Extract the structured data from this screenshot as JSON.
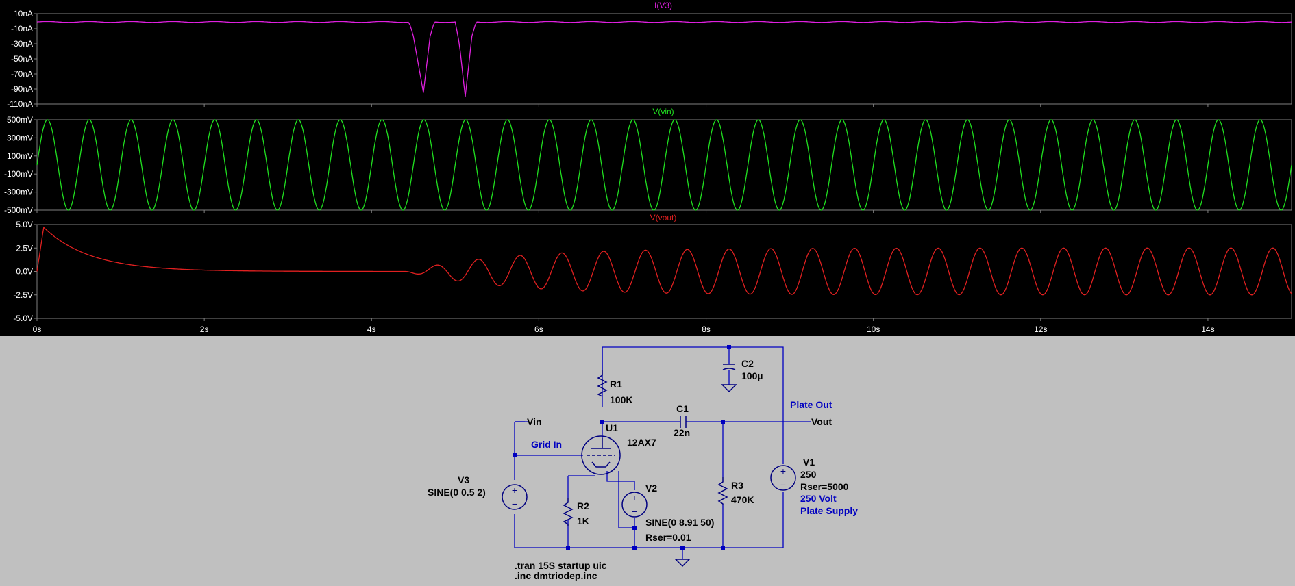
{
  "colors": {
    "background": "#000000",
    "grid": "#808080",
    "trace_i_v3": "#e020e0",
    "trace_v_vin": "#20e020",
    "trace_v_vout": "#e02020",
    "schematic_bg": "#c0c0c0",
    "wire": "#0000c0"
  },
  "chart_data": [
    {
      "type": "line",
      "title": "I(V3)",
      "x_range": [
        0,
        15
      ],
      "y_range": [
        -110,
        10
      ],
      "yticks": [
        "10nA",
        "-10nA",
        "-30nA",
        "-50nA",
        "-70nA",
        "-90nA",
        "-110nA"
      ],
      "series": [
        {
          "name": "I(V3)",
          "description": "flat near -1nA with two dips to about -95nA at 4.6s and -100nA at 5.1s"
        }
      ],
      "points": [
        [
          0,
          -1
        ],
        [
          4.45,
          -1
        ],
        [
          4.5,
          -20
        ],
        [
          4.62,
          -95
        ],
        [
          4.7,
          -20
        ],
        [
          4.75,
          -1
        ],
        [
          5.0,
          -1
        ],
        [
          5.05,
          -30
        ],
        [
          5.12,
          -100
        ],
        [
          5.2,
          -20
        ],
        [
          5.25,
          -1
        ],
        [
          15,
          -1
        ]
      ]
    },
    {
      "type": "line",
      "title": "V(vin)",
      "x_range": [
        0,
        15
      ],
      "y_range": [
        -500,
        500
      ],
      "yticks": [
        "500mV",
        "300mV",
        "100mV",
        "-100mV",
        "-300mV",
        "-500mV"
      ],
      "series": [
        {
          "name": "V(vin)",
          "amplitude": 500,
          "frequency_hz": 2
        }
      ]
    },
    {
      "type": "line",
      "title": "V(vout)",
      "x_range": [
        0,
        15
      ],
      "y_range": [
        -5,
        5
      ],
      "yticks": [
        "5.0V",
        "2.5V",
        "0.0V",
        "-2.5V",
        "-5.0V"
      ],
      "xticks": [
        "0s",
        "2s",
        "4s",
        "6s",
        "8s",
        "10s",
        "12s",
        "14s"
      ],
      "series": [
        {
          "name": "V(vout)",
          "initial_peak": 4.7,
          "steady_amplitude": 2.5,
          "frequency_hz": 2
        }
      ]
    }
  ],
  "schematic": {
    "components": {
      "r1": {
        "name": "R1",
        "value": "100K"
      },
      "c2": {
        "name": "C2",
        "value": "100µ"
      },
      "c1": {
        "name": "C1",
        "value": "22n"
      },
      "u1": {
        "name": "U1",
        "value": "12AX7"
      },
      "v3": {
        "name": "V3",
        "value": "SINE(0 0.5 2)"
      },
      "r2": {
        "name": "R2",
        "value": "1K"
      },
      "v2": {
        "name": "V2",
        "value": "SINE(0 8.91 50)",
        "rser": "Rser=0.01"
      },
      "r3": {
        "name": "R3",
        "value": "470K"
      },
      "v1": {
        "name": "V1",
        "value": "250",
        "rser": "Rser=5000"
      }
    },
    "nets": {
      "vin": "Vin",
      "vout": "Vout",
      "grid_in": "Grid In",
      "plate_out": "Plate Out",
      "plate_supply_1": "250 Volt",
      "plate_supply_2": "Plate Supply"
    },
    "directives": {
      "tran": ".tran 15S startup uic",
      "inc": ".inc dmtriodep.inc"
    }
  }
}
